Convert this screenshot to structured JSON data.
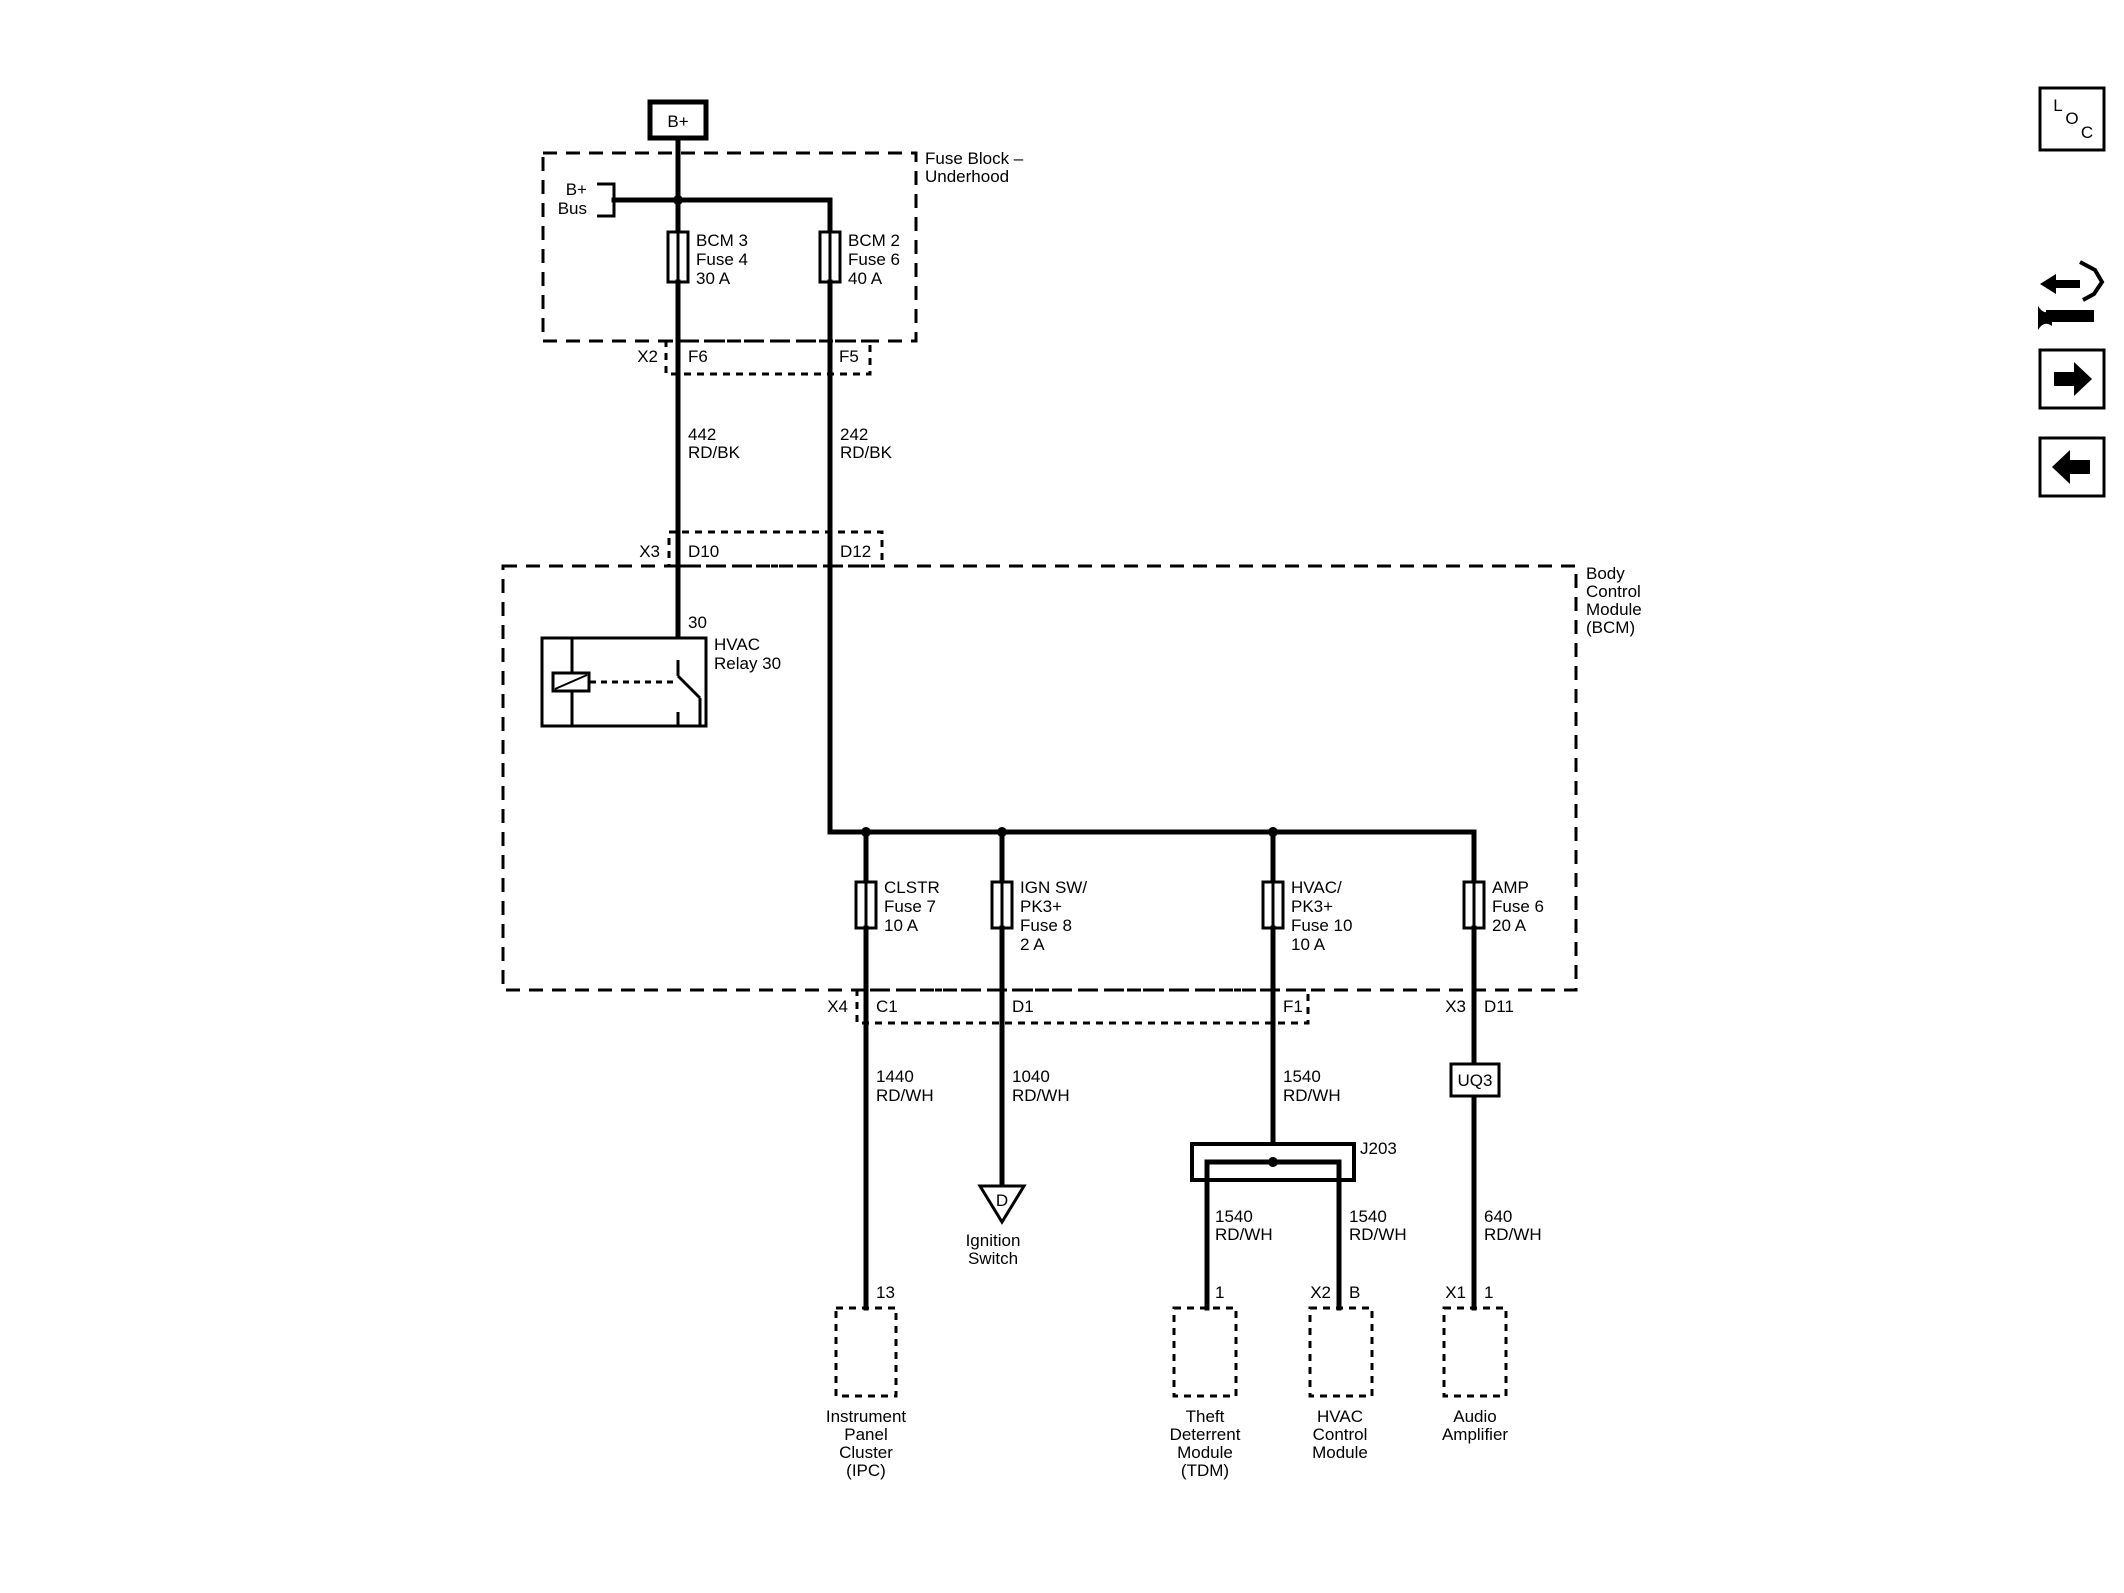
{
  "power": {
    "label": "B+"
  },
  "fuse_block": {
    "label_line1": "Fuse Block –",
    "label_line2": "Underhood",
    "bus_line1": "B+",
    "bus_line2": "Bus",
    "connector": "X2",
    "fuse_a": {
      "l1": "BCM 3",
      "l2": "Fuse 4",
      "l3": "30 A",
      "pin": "F6"
    },
    "fuse_b": {
      "l1": "BCM 2",
      "l2": "Fuse 6",
      "l3": "40 A",
      "pin": "F5"
    }
  },
  "wires": {
    "w442": {
      "circuit": "442",
      "color": "RD/BK"
    },
    "w242": {
      "circuit": "242",
      "color": "RD/BK"
    },
    "w1440": {
      "circuit": "1440",
      "color": "RD/WH"
    },
    "w1040": {
      "circuit": "1040",
      "color": "RD/WH"
    },
    "w1540": {
      "circuit": "1540",
      "color": "RD/WH"
    },
    "w1540_tdm": {
      "circuit": "1540",
      "color": "RD/WH"
    },
    "w1540_hvac": {
      "circuit": "1540",
      "color": "RD/WH"
    },
    "w640": {
      "circuit": "640",
      "color": "RD/WH"
    }
  },
  "bcm": {
    "label_line1": "Body",
    "label_line2": "Control",
    "label_line3": "Module",
    "label_line4": "(BCM)",
    "conn_top": "X3",
    "pin_d10": "D10",
    "pin_d12": "D12",
    "relay": {
      "pin": "30",
      "l1": "HVAC",
      "l2": "Relay 30"
    },
    "fuse_clstr": {
      "l1": "CLSTR",
      "l2": "Fuse 7",
      "l3": "10 A"
    },
    "fuse_ign": {
      "l1": "IGN SW/",
      "l2": "PK3+",
      "l3": "Fuse 8",
      "l4": "2 A"
    },
    "fuse_hvac": {
      "l1": "HVAC/",
      "l2": "PK3+",
      "l3": "Fuse 10",
      "l4": "10 A"
    },
    "fuse_amp": {
      "l1": "AMP",
      "l2": "Fuse 6",
      "l3": "20 A"
    },
    "conn_bottom": "X4",
    "pin_c1": "C1",
    "pin_d1": "D1",
    "pin_f1": "F1",
    "conn_amp": "X3",
    "pin_d11": "D11"
  },
  "splice": {
    "label": "J203"
  },
  "inline": {
    "label": "UQ3"
  },
  "ignition": {
    "symbol": "D",
    "l1": "Ignition",
    "l2": "Switch"
  },
  "components": {
    "ipc": {
      "pin": "13",
      "l1": "Instrument",
      "l2": "Panel",
      "l3": "Cluster",
      "l4": "(IPC)"
    },
    "tdm": {
      "pin": "1",
      "l1": "Theft",
      "l2": "Deterrent",
      "l3": "Module",
      "l4": "(TDM)"
    },
    "hvac": {
      "conn": "X2",
      "pin": "B",
      "l1": "HVAC",
      "l2": "Control",
      "l3": "Module"
    },
    "amp": {
      "conn": "X1",
      "pin": "1",
      "l1": "Audio",
      "l2": "Amplifier"
    }
  },
  "sidebar": {
    "loc_l": "L",
    "loc_o": "O",
    "loc_c": "C",
    "icons": [
      "location-icon",
      "connector-wrench-icon",
      "arrow-right-icon",
      "arrow-left-icon"
    ]
  }
}
